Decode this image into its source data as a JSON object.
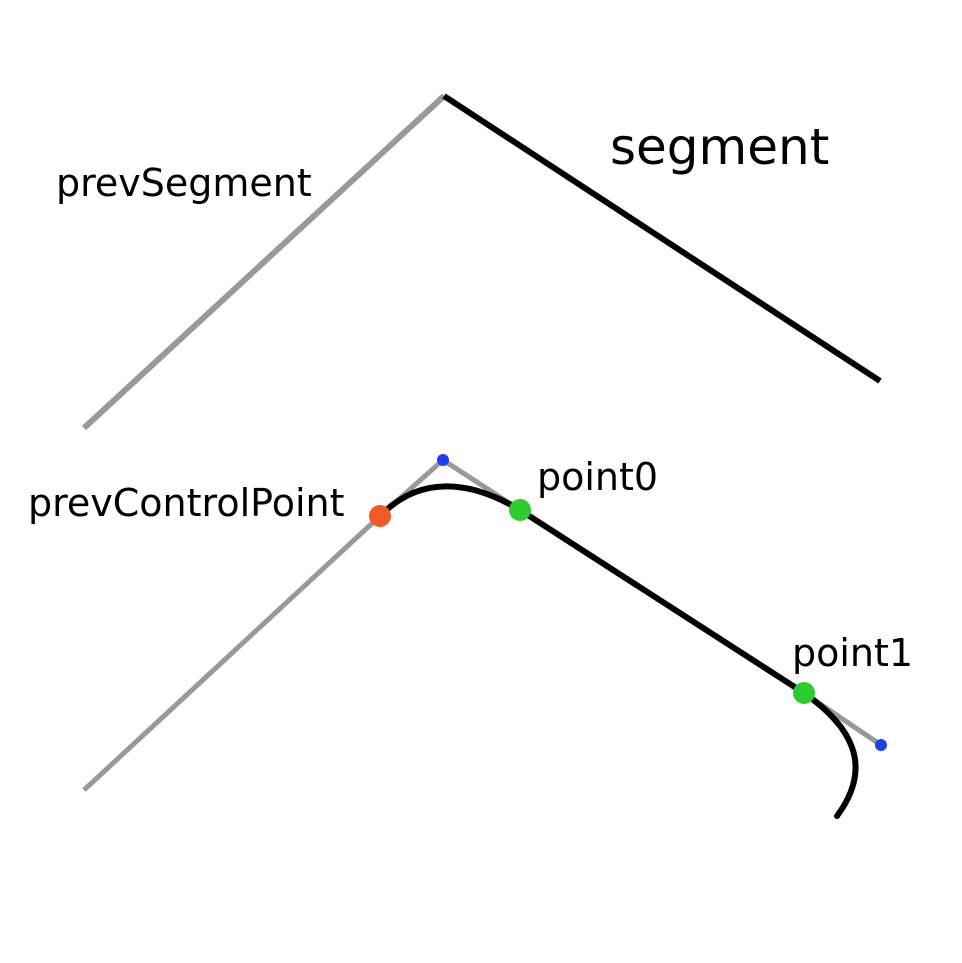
{
  "labels": {
    "segment": "segment",
    "prev_segment": "prevSegment",
    "prev_control_point": "prevControlPoint",
    "point0": "point0",
    "point1": "point1"
  },
  "colors": {
    "prev_segment_line": "#999999",
    "segment_line": "#000000",
    "curve": "#000000",
    "control_handle": "#999999",
    "prev_control_point": "#f05a28",
    "on_curve_point": "#2ecc2e",
    "control_point": "#2040f0"
  }
}
